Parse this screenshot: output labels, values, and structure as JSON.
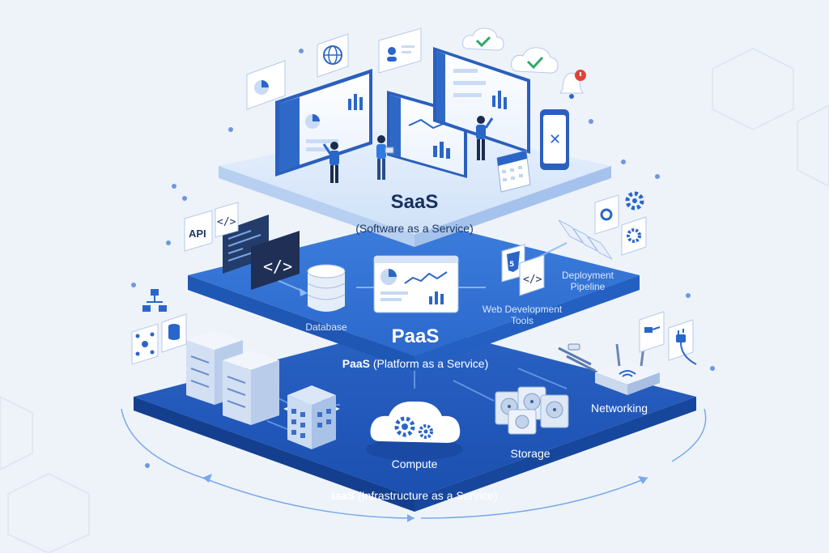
{
  "saas": {
    "title": "SaaS",
    "subtitle": "(Software as a Service)"
  },
  "paas": {
    "title": "PaaS",
    "subtitle_bold": "PaaS",
    "subtitle_rest": "(Platform as a Service)",
    "database_label": "Database",
    "web_tools_label": "Web Development\nTools",
    "deployment_label": "Deployment\nPipeline",
    "api_label": "API",
    "code_label": "</>"
  },
  "iaas": {
    "subtitle_bold": "IaaS",
    "subtitle_rest": "(Infrastructure as a Service)",
    "compute_label": "Compute",
    "storage_label": "Storage",
    "networking_label": "Networking"
  },
  "colors": {
    "background": "#eef3fa",
    "saas_top": "#dceafb",
    "paas_top": "#2f6fd0",
    "iaas_top": "#1e56b8",
    "accent": "#2a66c9"
  },
  "icons": [
    "pie-chart-icon",
    "globe-icon",
    "user-card-icon",
    "cloud-check-icon",
    "bell-icon",
    "calendar-icon",
    "phone-app-icon",
    "code-icon",
    "api-icon",
    "org-chart-icon",
    "network-node-icon",
    "database-icon",
    "html5-icon",
    "gear-icon",
    "server-rack-icon",
    "building-icon",
    "cloud-gears-icon",
    "hard-drive-icon",
    "router-icon",
    "plug-icon"
  ]
}
